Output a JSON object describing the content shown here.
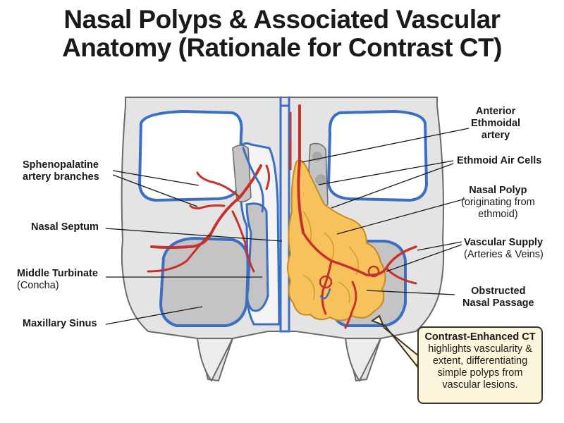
{
  "title": {
    "line1": "Nasal Polyps & Associated Vascular",
    "line2": "Anatomy (Rationale for Contrast CT)"
  },
  "labels": {
    "sphenopalatine": [
      "Sphenopalatine",
      "artery branches"
    ],
    "nasal_septum": "Nasal Septum",
    "middle_turbinate": {
      "bold": "Middle Turbinate",
      "sub": "(Concha)"
    },
    "maxillary_sinus": "Maxillary Sinus",
    "anterior_ethmoidal": [
      "Anterior",
      "Ethmoidal",
      "artery"
    ],
    "ethmoid_air_cells": "Ethmoid Air Cells",
    "nasal_polyp": {
      "bold": "Nasal Polyp",
      "sub": [
        "(originating from",
        "ethmoid)"
      ]
    },
    "vascular_supply": {
      "bold": "Vascular Supply",
      "sub": "(Arteries & Veins)"
    },
    "obstructed": [
      "Obstructed",
      "Nasal Passage"
    ]
  },
  "callout": {
    "heading": "Contrast-Enhanced CT",
    "lines": [
      "highlights vascularity &",
      "extent, differentiating",
      "simple polyps from",
      "vascular lesions."
    ]
  },
  "colors": {
    "artery": "#c8302a",
    "vein": "#3b6fc4",
    "polyp": "#f7c25c",
    "bone": "#d9d9d9",
    "sinus": "#bdbdbd",
    "callout_bg": "#fdf6dc"
  }
}
